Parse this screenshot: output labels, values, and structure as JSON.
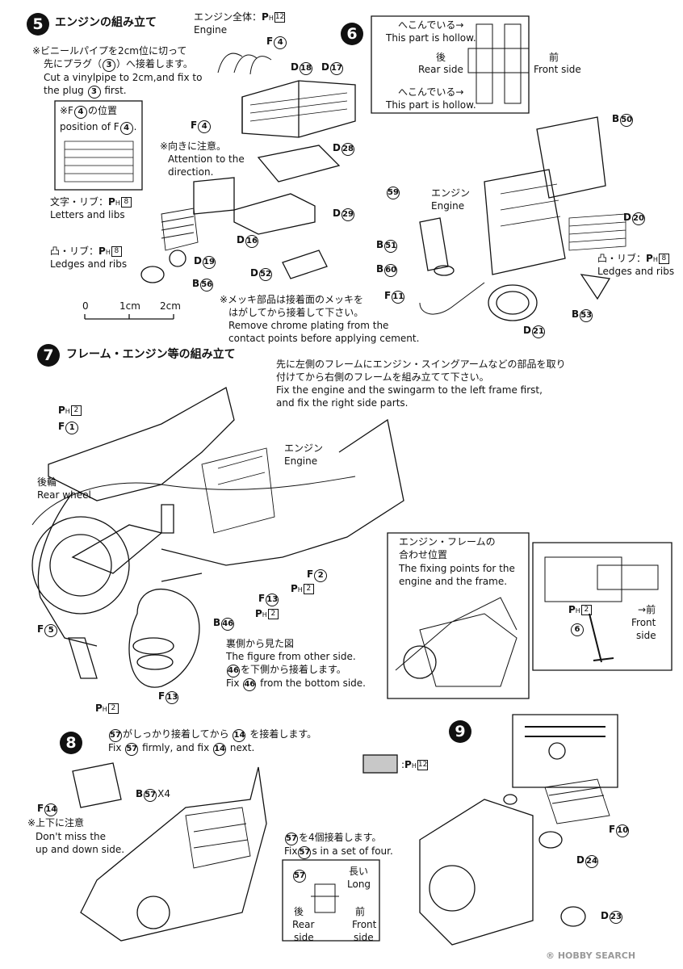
{
  "step5": {
    "num": "5",
    "title": "エンジンの組み立て",
    "engine_body_jp": "エンジン全体：",
    "engine_body_en": "Engine",
    "ph12": "12",
    "note1_jp_a": "※ビニールパイプを2cm位に切って",
    "note1_jp_b": "先にプラグ（",
    "note1_jp_c": "）へ接着します。",
    "note1_num": "3",
    "note1_en_a": "Cut a vinylpipe to 2cm,and fix to",
    "note1_en_b": "the plug",
    "note1_en_c": "first.",
    "pos_jp_a": "※F",
    "pos_jp_b": "の位置",
    "pos_en_a": "position of F",
    "pos_num": "4",
    "dir_jp": "※向きに注意。",
    "dir_en_1": "Attention to the",
    "dir_en_2": "direction.",
    "letters_jp": "文字・リブ：",
    "letters_en": "Letters and libs",
    "ph8": "8",
    "ledges_jp": "凸・リブ：",
    "ledges_en": "Ledges and ribs",
    "chrome_jp_1": "※メッキ部品は接着面のメッキを",
    "chrome_jp_2": "はがしてから接着して下さい。",
    "chrome_en_1": "Remove chrome plating from the",
    "chrome_en_2": "contact points before applying cement.",
    "scale": [
      "0",
      "1cm",
      "2cm"
    ],
    "parts": {
      "F4": "4",
      "D18": "18",
      "D17": "17",
      "D28": "28",
      "D29": "29",
      "D16": "16",
      "D19": "19",
      "D52": "52",
      "B56": "56"
    }
  },
  "step6": {
    "num": "6",
    "hollow_jp": "へこんでいる→",
    "hollow_en": "This part is hollow.",
    "rear_jp": "後",
    "rear_en": "Rear side",
    "front_jp": "前",
    "front_en": "Front side",
    "engine_jp": "エンジン",
    "engine_en": "Engine",
    "ledges_jp": "凸・リブ：",
    "ledges_en": "Ledges and ribs",
    "ph8": "8",
    "parts": {
      "B50": "50",
      "D20": "20",
      "B51": "51",
      "B60": "60",
      "F11": "11",
      "D21": "21",
      "B53": "53",
      "p59": "59"
    }
  },
  "step7": {
    "num": "7",
    "title": "フレーム・エンジン等の組み立て",
    "note_jp_1": "先に左側のフレームにエンジン・スイングアームなどの部品を取り",
    "note_jp_2": "付けてから右側のフレームを組み立てて下さい。",
    "note_en_1": "Fix the engine and the swingarm to the left frame first,",
    "note_en_2": "and fix the right side parts.",
    "engine_jp": "エンジン",
    "engine_en": "Engine",
    "rear_jp": "後輪",
    "rear_en": "Rear wheel",
    "fix_jp_1": "エンジン・フレームの",
    "fix_jp_2": "合わせ位置",
    "fix_en_1": "The fixing points for the",
    "fix_en_2": "engine and the frame.",
    "other_jp": "裏側から見た図",
    "other_en": "The figure from other side.",
    "bottom_jp": "を下側から接着します。",
    "bottom_en_a": "Fix",
    "bottom_en_b": "from the bottom side.",
    "front_jp": "前",
    "front_en_1": "Front",
    "front_en_2": "side",
    "ph2": "2",
    "parts": {
      "F1": "1",
      "F2": "2",
      "F13": "13",
      "B46": "46",
      "F5": "5",
      "n6": "6"
    }
  },
  "step8": {
    "num": "8",
    "note_jp_b": "がしっかり接着してから",
    "note_jp_d": "を接着します。",
    "note_en_a": "Fix",
    "note_en_b": "firmly, and fix",
    "note_en_c": "next.",
    "updown_jp": "※上下に注意",
    "updown_en_1": "Don't miss the",
    "updown_en_2": "up and down side.",
    "four_jp": "を4個接着します。",
    "four_en_a": "Fix",
    "four_en_b": "s in a set of four.",
    "x4": "X4",
    "long_jp": "長い",
    "long_en": "Long",
    "rear_jp": "後",
    "rear_en_1": "Rear",
    "rear_en_2": "side",
    "front_jp": "前",
    "front_en_1": "Front",
    "front_en_2": "side",
    "ph12": "12",
    "parts": {
      "F14": "14",
      "B57": "57"
    }
  },
  "step9": {
    "num": "9",
    "parts": {
      "F10": "10",
      "D24": "24",
      "D23": "23"
    }
  },
  "watermark": "HOBBY SEARCH",
  "colors": {
    "ink": "#111111",
    "swatch": "#c8c8c8"
  }
}
